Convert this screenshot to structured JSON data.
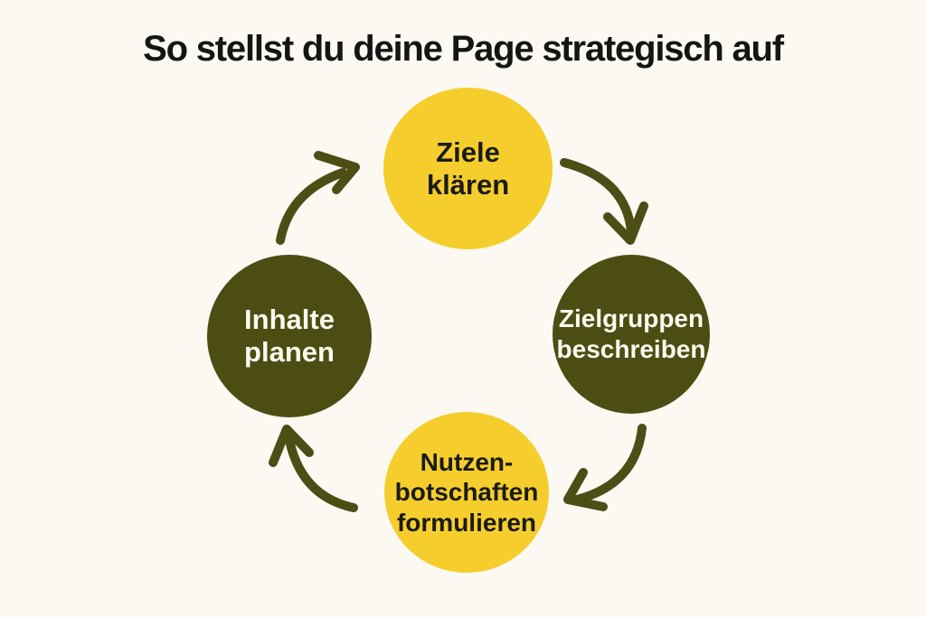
{
  "title": "So stellst du deine Page strategisch auf",
  "colors": {
    "background": "#FBF9F2",
    "yellow": "#F5CE2D",
    "olive": "#4C4D12",
    "arrow": "#4D4E15",
    "title_text": "#151514",
    "text_on_yellow": "#1B1B18",
    "text_on_olive": "#FBF9EF"
  },
  "cycle": {
    "direction": "clockwise",
    "steps": [
      {
        "id": "ziele-klaeren",
        "label": "Ziele\nklären",
        "fill": "yellow",
        "position": "top"
      },
      {
        "id": "zielgruppen-beschreiben",
        "label": "Zielgruppen\nbeschreiben",
        "fill": "olive",
        "position": "right"
      },
      {
        "id": "nutzenbotschaften",
        "label": "Nutzen-\nbotschaften\nformulieren",
        "fill": "yellow",
        "position": "bottom"
      },
      {
        "id": "inhalte-planen",
        "label": "Inhalte\nplanen",
        "fill": "olive",
        "position": "left"
      }
    ],
    "arrows": [
      {
        "from": "Ziele klären",
        "to": "Zielgruppen beschreiben"
      },
      {
        "from": "Zielgruppen beschreiben",
        "to": "Nutzenbotschaften formulieren"
      },
      {
        "from": "Nutzenbotschaften formulieren",
        "to": "Inhalte planen"
      },
      {
        "from": "Inhalte planen",
        "to": "Ziele klären"
      }
    ]
  }
}
